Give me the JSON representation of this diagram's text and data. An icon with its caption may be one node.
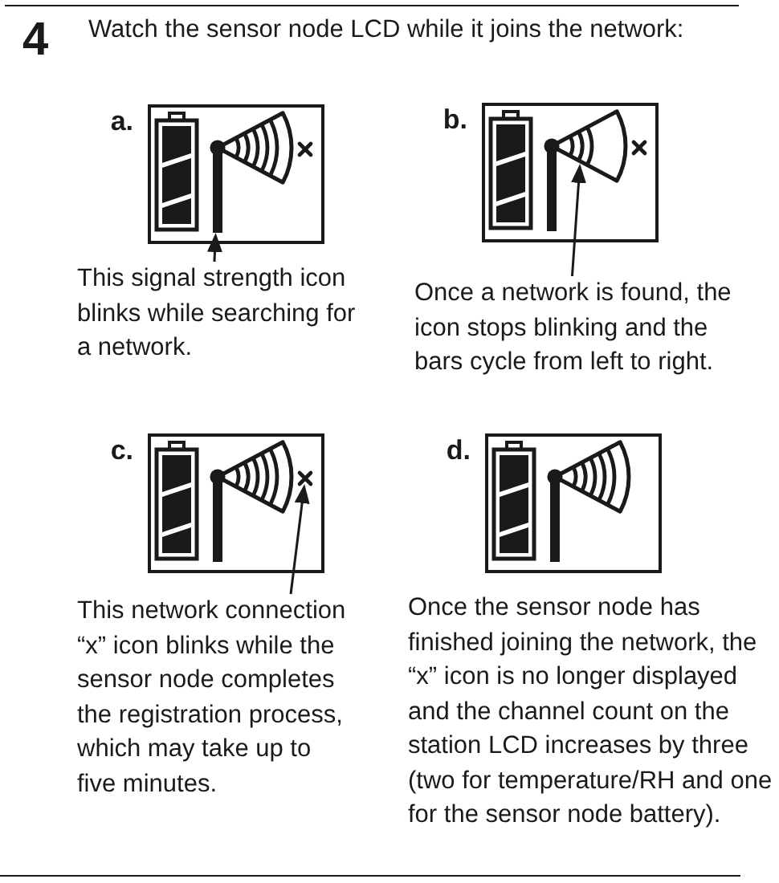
{
  "diagram": {
    "title": "Watch the sensor node LCD while it joins the network:",
    "nodes": [
      {
        "text": [
          "a."
        ]
      },
      {
        "text": [],
        "shape": "bar",
        "in": 0
      },
      {
        "text": [
          "This signal strength icon blinks while searching for a network."
        ]
      },
      {
        "text": [
          "b."
        ]
      },
      {
        "text": [],
        "shape": "arcs",
        "in": 3
      },
      {
        "text": [
          "Once a network is found, the icon stops blinking and the bars cycle from left to right."
        ]
      },
      {
        "text": [
          "c."
        ]
      },
      {
        "text": [],
        "shape": "cross",
        "in": 6
      },
      {
        "text": [
          "This network connection “x” icon blinks while the sensor node completes the registration process, which may take up to five minutes."
        ]
      },
      {
        "text": [
          "d."
        ],
        "beside": [
          "Once the sensor node has finished joining the network, the “x” icon is no longer displayed and the channel count on the station LCD increases by three (two for temperature/RH and one for the sensor node battery)."
        ]
      }
    ],
    "edges": [
      {
        "from": 2,
        "to": 1,
        "arrow": "to"
      },
      {
        "from": 5,
        "to": 4,
        "arrow": "to"
      },
      {
        "from": 8,
        "to": 7,
        "arrow": "to"
      }
    ],
    "labels": [
      "4"
    ]
  }
}
